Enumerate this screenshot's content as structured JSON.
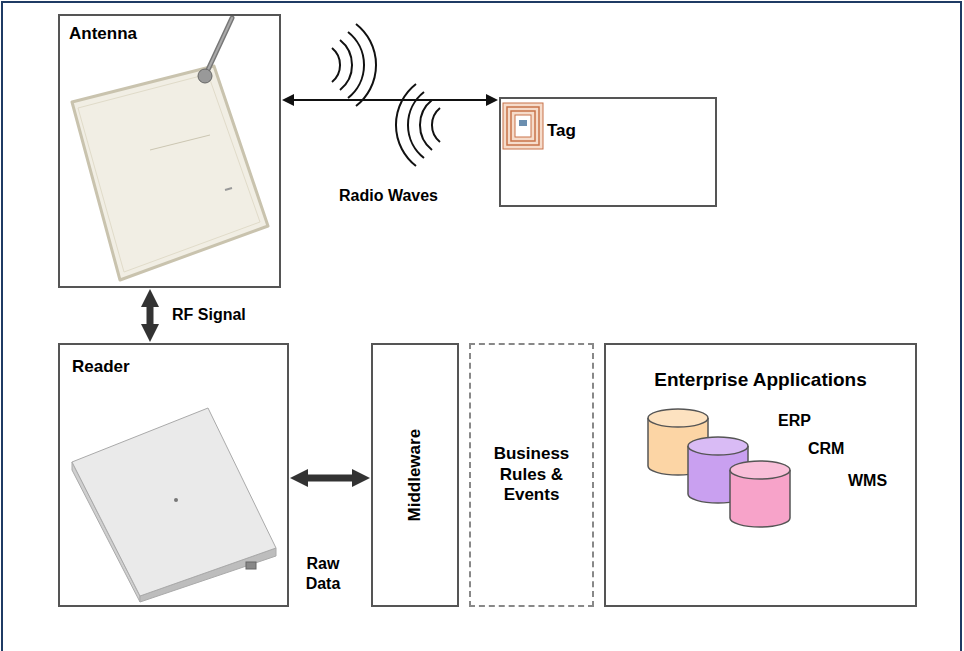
{
  "diagram": {
    "nodes": [
      {
        "text": [
          "Antenna"
        ]
      },
      {
        "text": [
          "Tag"
        ]
      },
      {
        "text": [
          "Reader"
        ]
      },
      {
        "text": [
          "Middleware"
        ]
      },
      {
        "text": [
          "Business Rules & Events"
        ]
      },
      {
        "text": [
          "Enterprise Applications"
        ]
      }
    ],
    "edges": [
      {
        "from": 0,
        "to": 1,
        "arrow": "both",
        "label": "Radio Waves"
      },
      {
        "from": 0,
        "to": 2,
        "arrow": "both",
        "label": "RF Signal"
      },
      {
        "from": 2,
        "to": 3,
        "arrow": "both",
        "label": "Raw Data"
      }
    ],
    "labels": [
      "ERP",
      "CRM",
      "WMS"
    ]
  }
}
